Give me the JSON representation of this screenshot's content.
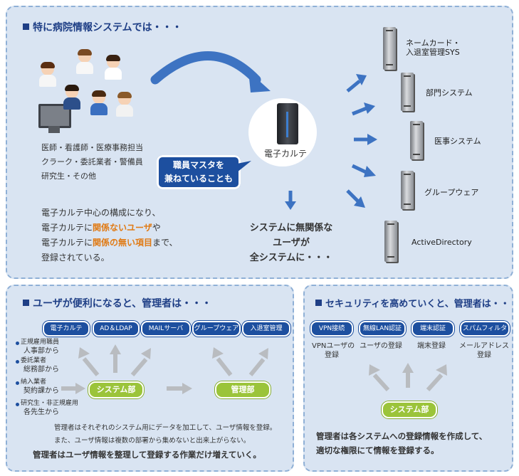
{
  "top_panel": {
    "title": "特に病院情報システムでは・・・",
    "people_caption": [
      "医師・看護師・医療事務担当",
      "クラーク・委託業者・警備員",
      "研究生・その他"
    ],
    "center_label": "電子カルテ",
    "callout": [
      "職員マスタを",
      "兼ねていることも"
    ],
    "description": {
      "line1": "電子カルテ中心の構成になり、",
      "line2_pre": "電子カルテに",
      "line2_em": "関係ないユーザ",
      "line2_post": "や",
      "line3_pre": "電子カルテに",
      "line3_em": "関係の無い項目",
      "line3_post": "まで、",
      "line4": "登録されている。"
    },
    "result": [
      "システムに無関係な",
      "ユーザが",
      "全システムに・・・"
    ],
    "servers": [
      [
        "ネームカード・",
        "入退室管理SYS"
      ],
      [
        "部門システム"
      ],
      [
        "医事システム"
      ],
      [
        "グループウェア"
      ],
      [
        "ActiveDirectory"
      ]
    ]
  },
  "bottom_left": {
    "title": "ユーザが便利になると、管理者は・・・",
    "chips": [
      "電子カルテ",
      "AD＆LDAP",
      "MAILサーバ",
      "グループウェア",
      "入退室管理"
    ],
    "sources": [
      {
        "role": "正規雇用職員",
        "dept": "人事部から"
      },
      {
        "role": "委託業者",
        "dept": "総務部から"
      },
      {
        "role": "納入業者",
        "dept": "契約課から"
      },
      {
        "role": "研究生・非正規雇用",
        "dept": "各先生から"
      }
    ],
    "system_btn": "システム部",
    "admin_btn": "管理部",
    "note1": "管理者はそれぞれのシステム用にデータを加工して、ユーザ情報を登録。",
    "note2": "また、ユーザ情報は複数の部署から集めないと出来上がらない。",
    "emphasis": "管理者はユーザ情報を整理して登録する作業だけ増えていく。"
  },
  "bottom_right": {
    "title": "セキュリティを高めていくと、管理者は・・",
    "chips": [
      "VPN接続",
      "無線LAN認証",
      "端末認証",
      "スパムフィルタ"
    ],
    "captions": [
      [
        "VPNユーザの",
        "登録"
      ],
      [
        "ユーザの登録"
      ],
      [
        "端末登録"
      ],
      [
        "メールアドレス",
        "登録"
      ]
    ],
    "system_btn": "システム部",
    "emphasis": [
      "管理者は各システムへの登録情報を作成して、",
      "適切な権限にて情報を登録する。"
    ]
  },
  "colors": {
    "panel_bg": "#d9e4f2",
    "navy": "#1d4f9f",
    "orange": "#e07a14",
    "green": "#9bc43a",
    "arrow_blue": "#3d73c2",
    "arrow_gray": "#b9bcc0"
  }
}
